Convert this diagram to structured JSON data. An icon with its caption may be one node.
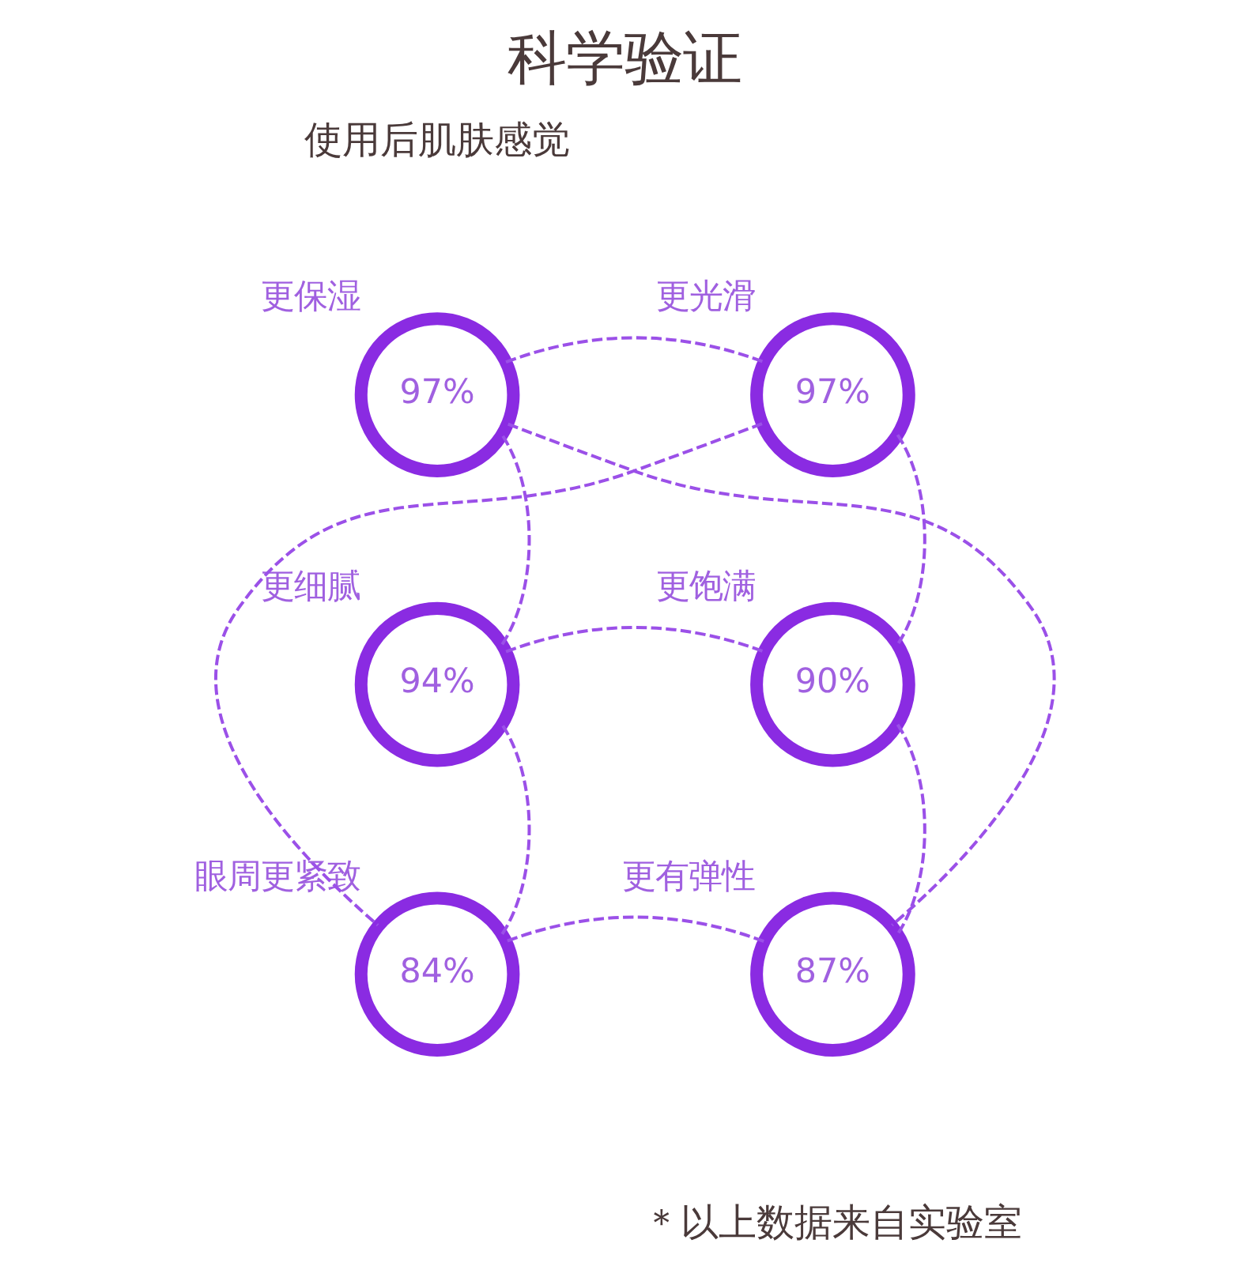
{
  "diagram": {
    "title": "科学验证",
    "nodes": [
      {
        "text": [
          "97%"
        ],
        "beside": [
          "更保湿"
        ]
      },
      {
        "text": [
          "97%"
        ],
        "beside": [
          "更光滑"
        ]
      },
      {
        "text": [
          "94%"
        ],
        "beside": [
          "更细腻"
        ]
      },
      {
        "text": [
          "90%"
        ],
        "beside": [
          "更饱满"
        ]
      },
      {
        "text": [
          "84%"
        ],
        "beside": [
          "眼周更紧致"
        ]
      },
      {
        "text": [
          "87%"
        ],
        "beside": [
          "更有弹性"
        ]
      }
    ],
    "edges": [
      {
        "from": 0,
        "to": 1,
        "arrow": "none",
        "style": "dashed"
      },
      {
        "from": 1,
        "to": 3,
        "arrow": "none",
        "style": "dashed"
      },
      {
        "from": 3,
        "to": 5,
        "arrow": "none",
        "style": "dashed"
      },
      {
        "from": 5,
        "to": 4,
        "arrow": "none",
        "style": "dashed"
      },
      {
        "from": 4,
        "to": 2,
        "arrow": "none",
        "style": "dashed"
      },
      {
        "from": 2,
        "to": 0,
        "arrow": "none",
        "style": "dashed"
      },
      {
        "from": 0,
        "to": 5,
        "arrow": "none",
        "style": "dashed"
      },
      {
        "from": 1,
        "to": 4,
        "arrow": "none",
        "style": "dashed"
      },
      {
        "from": 2,
        "to": 3,
        "arrow": "none",
        "style": "dashed"
      }
    ],
    "labels": [
      "使用后肌肤感觉",
      "＊以上数据来自实验室"
    ]
  }
}
